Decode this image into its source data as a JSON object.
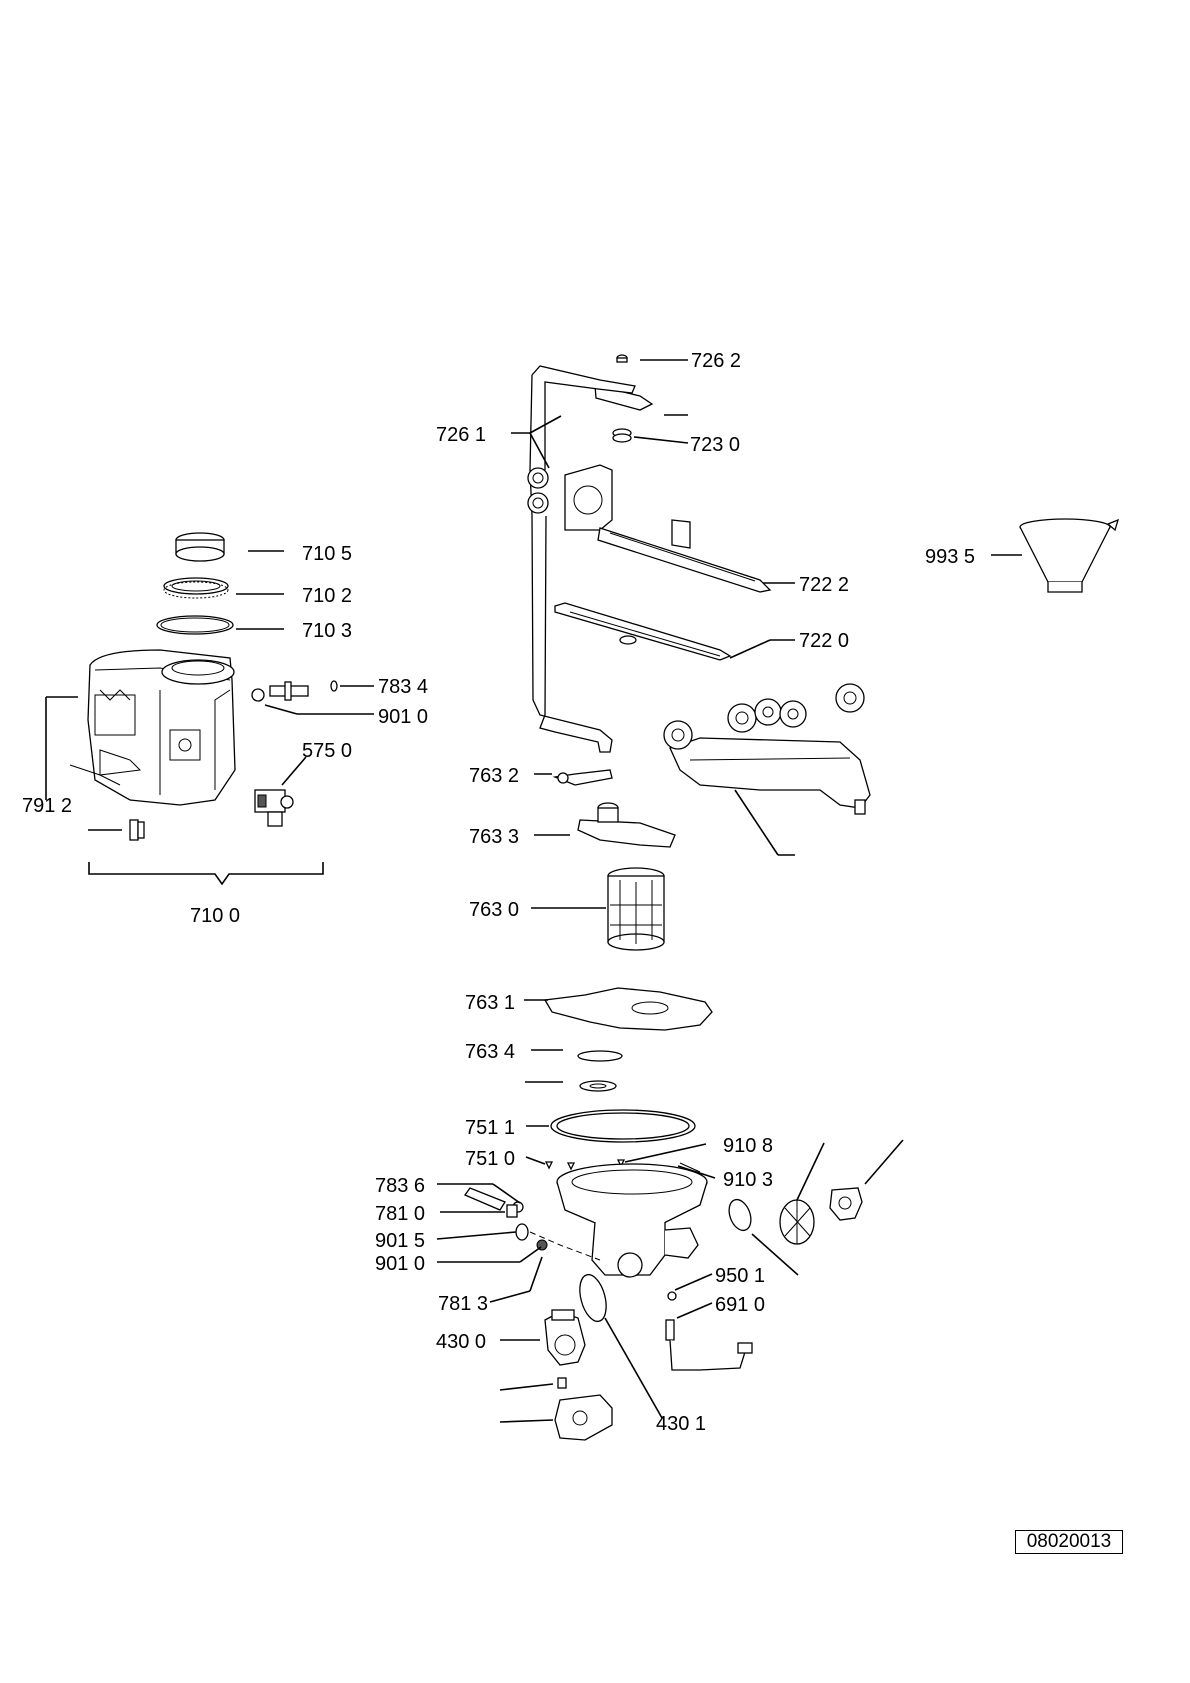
{
  "labels": {
    "l7262": "726 2",
    "l7261": "726 1",
    "l7230": "723 0",
    "l7222": "722 2",
    "l7220": "722 0",
    "l9935": "993 5",
    "l7105": "710 5",
    "l7102": "710 2",
    "l7103": "710 3",
    "l7834": "783 4",
    "l9010a": "901 0",
    "l5750": "575 0",
    "l7912": "791 2",
    "l7100": "710 0",
    "l7632": "763 2",
    "l7633": "763 3",
    "l7630": "763 0",
    "l7631": "763 1",
    "l7634": "763 4",
    "l7511": "751 1",
    "l7510": "751 0",
    "l9108": "910 8",
    "l9103": "910 3",
    "l7836": "783 6",
    "l7810": "781 0",
    "l9015": "901 5",
    "l9010b": "901 0",
    "l7813": "781 3",
    "l9501": "950 1",
    "l6910": "691 0",
    "l4300": "430 0",
    "l4301": "430 1"
  },
  "document_code": "08020013"
}
